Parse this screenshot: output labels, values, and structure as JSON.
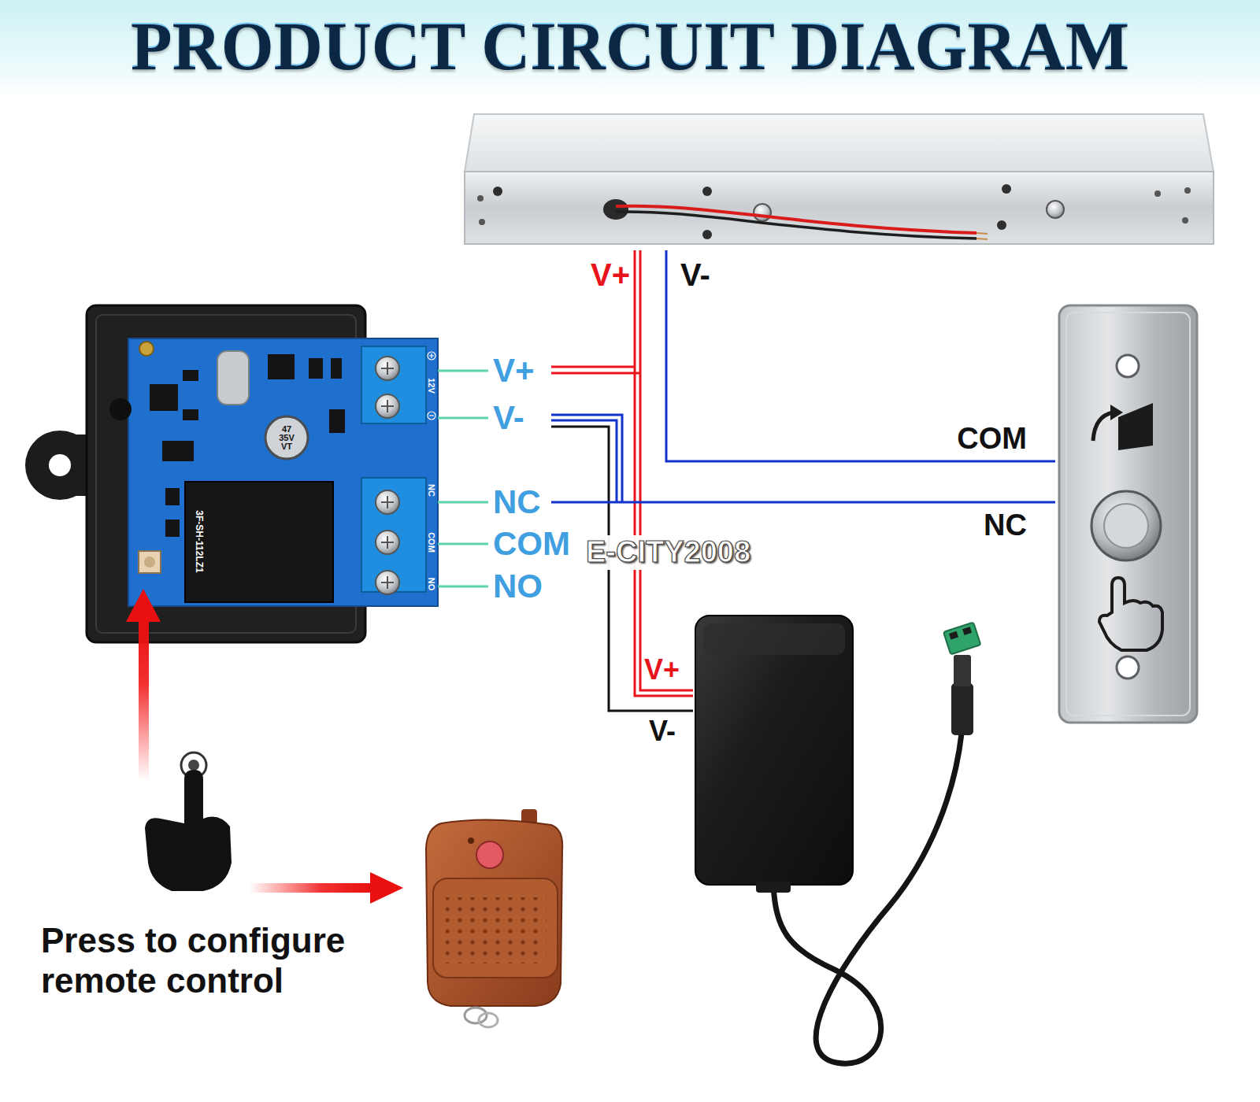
{
  "diagram": {
    "title": "PRODUCT CIRCUIT DIAGRAM",
    "labels": [
      "V+",
      "V-",
      "V+",
      "V-",
      "NC",
      "COM",
      "NO",
      "COM",
      "NC",
      "E-CITY2008",
      "V+",
      "V-",
      "Press to configure remote control",
      "12V",
      "NC",
      "COM",
      "NO",
      "47 35V VT",
      "3F-SH-112LZ1"
    ]
  }
}
